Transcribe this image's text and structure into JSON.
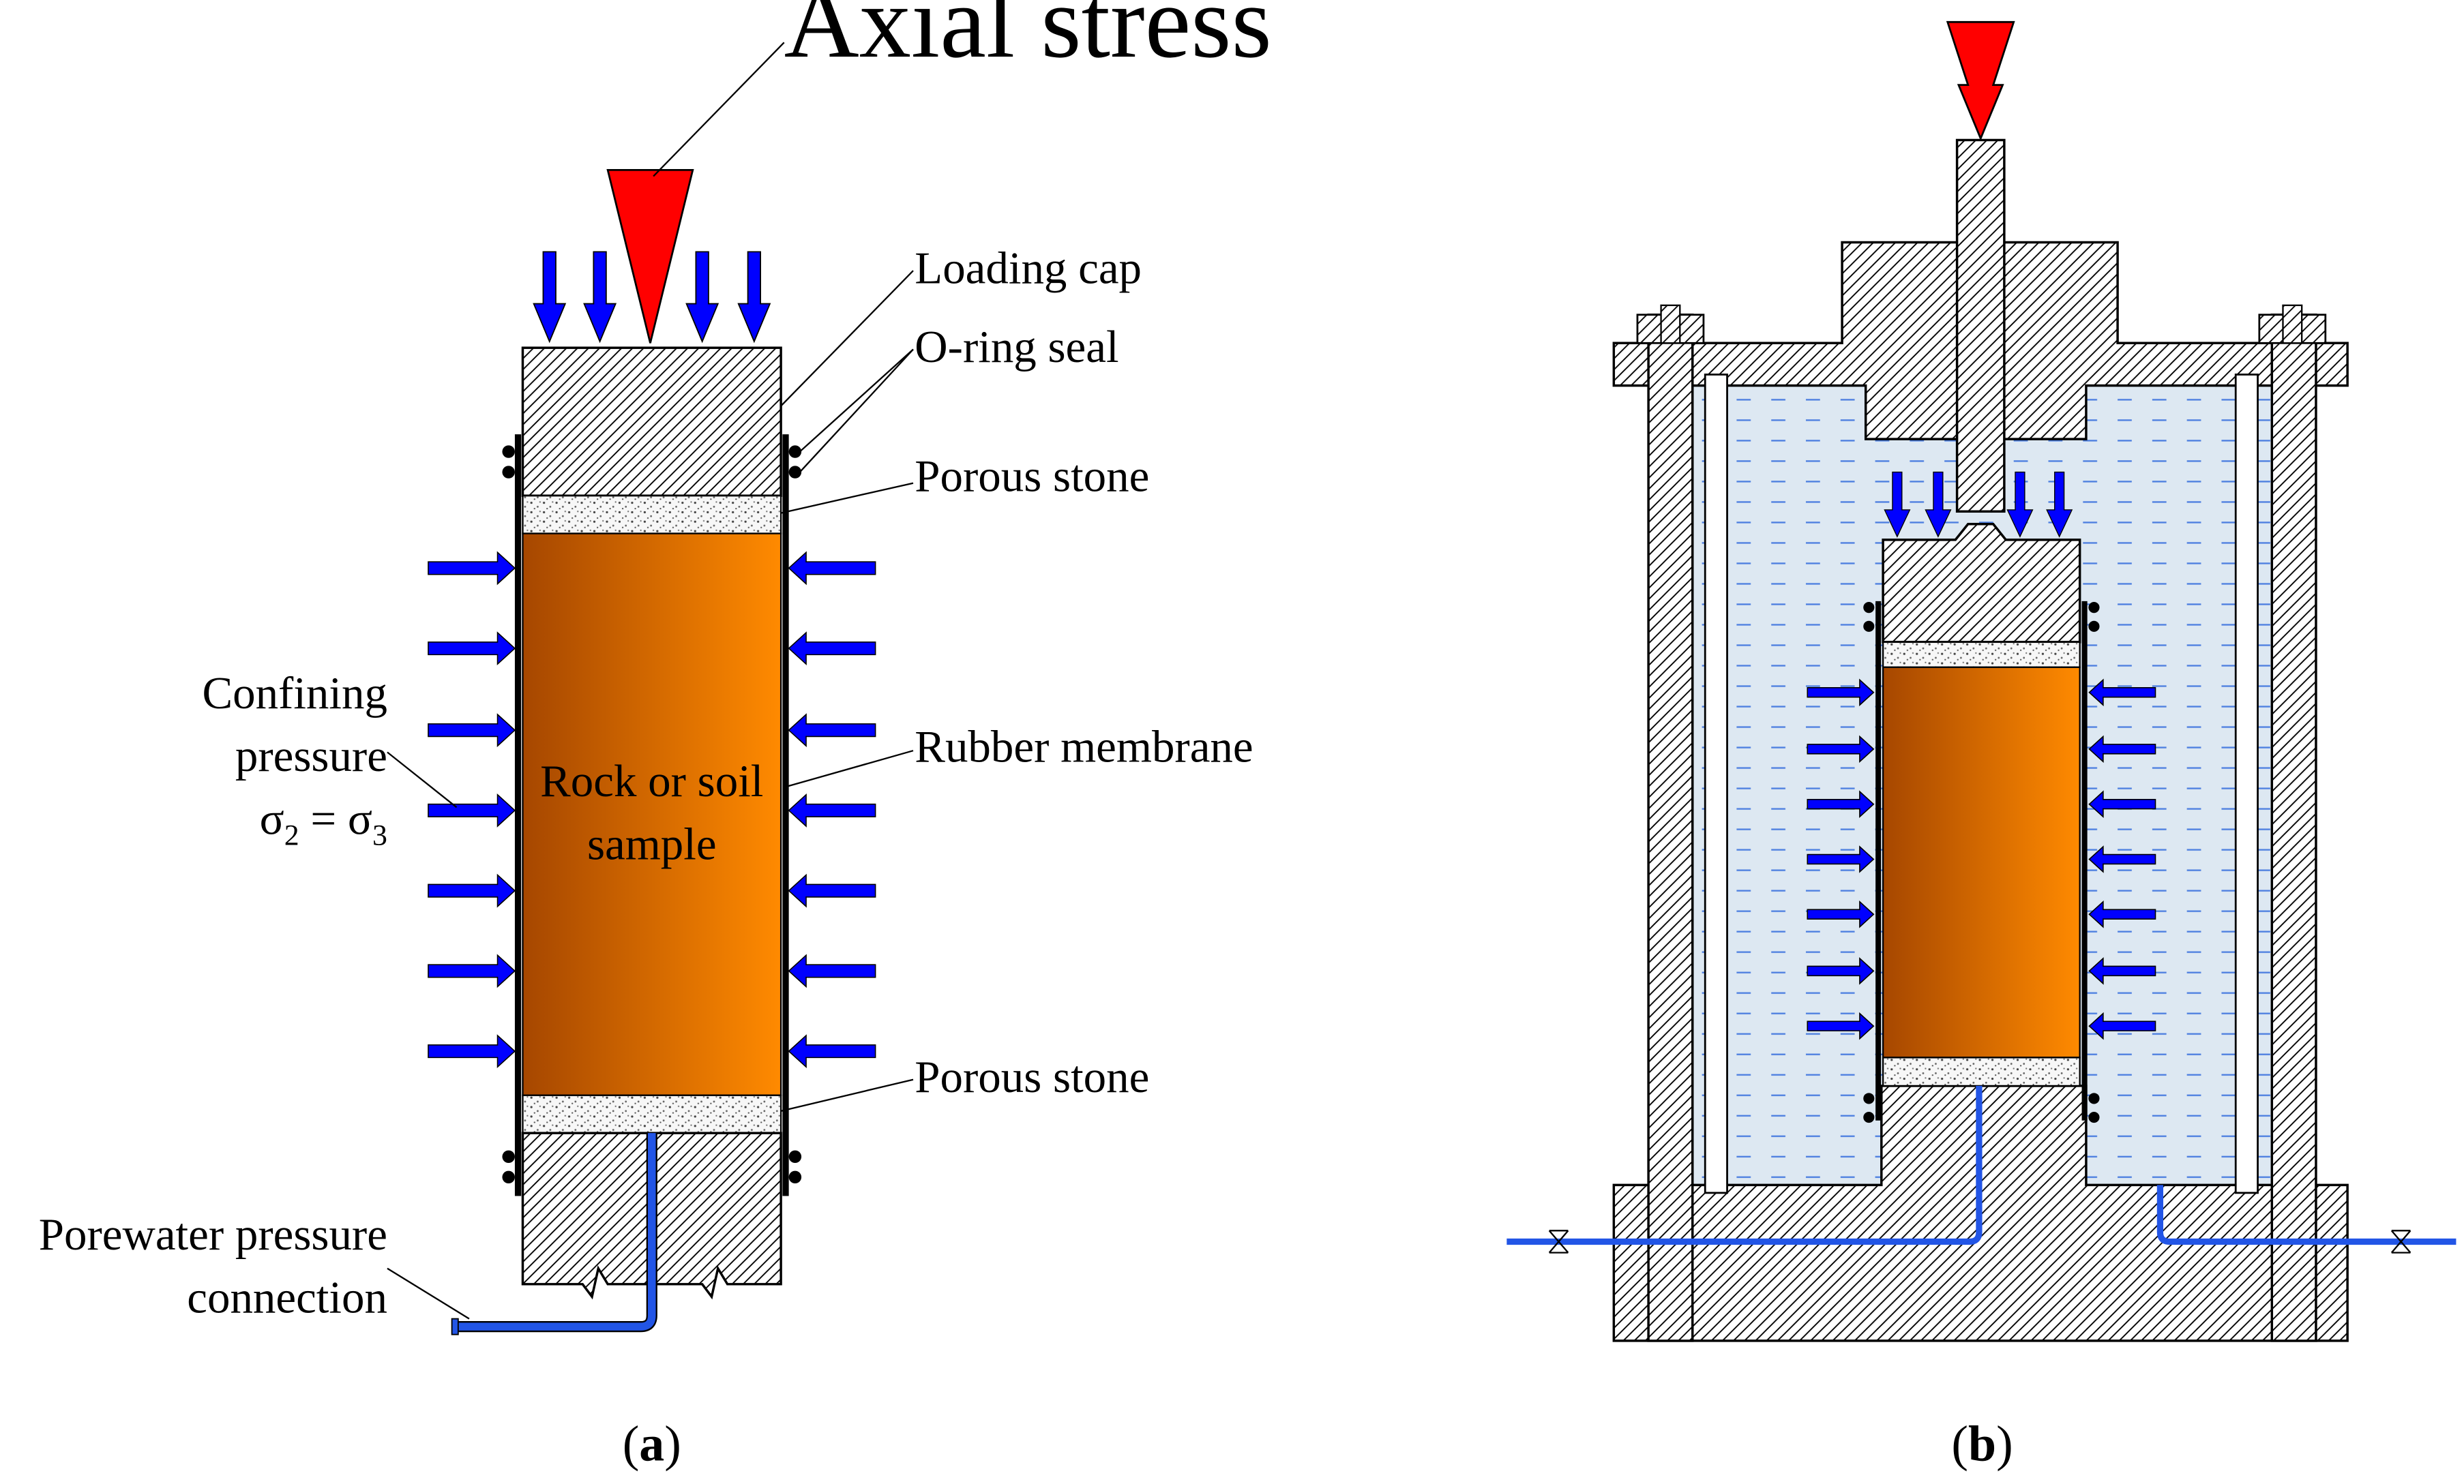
{
  "colors": {
    "sample_dark": "#a64700",
    "sample_light": "#ff8a00",
    "axial_arrow": "#ff0000",
    "pressure_arrow": "#0000ff",
    "water_fill": "#dde8f2",
    "water_dash": "#4d7fe0",
    "pipe": "#2255e6",
    "hatch": "#000000"
  },
  "panel_a": {
    "labels": {
      "axial_stress": "Axial stress",
      "loading_cap": "Loading cap",
      "o_ring_seal": "O-ring seal",
      "porous_stone_top": "Porous stone",
      "confining_1": "Confining",
      "confining_2": "pressure",
      "sigma_s1": "σ",
      "sigma_i1": "2",
      "sigma_eq": " = σ",
      "sigma_i2": "3",
      "rubber_membrane": "Rubber membrane",
      "sample_1": "Rock or soil",
      "sample_2": "sample",
      "porous_stone_bottom": "Porous stone",
      "porewater_1": "Porewater pressure",
      "porewater_2": "connection"
    },
    "caption": {
      "open": "(",
      "letter": "a",
      "close": ")"
    }
  },
  "panel_b": {
    "caption": {
      "open": "(",
      "letter": "b",
      "close": ")"
    }
  }
}
